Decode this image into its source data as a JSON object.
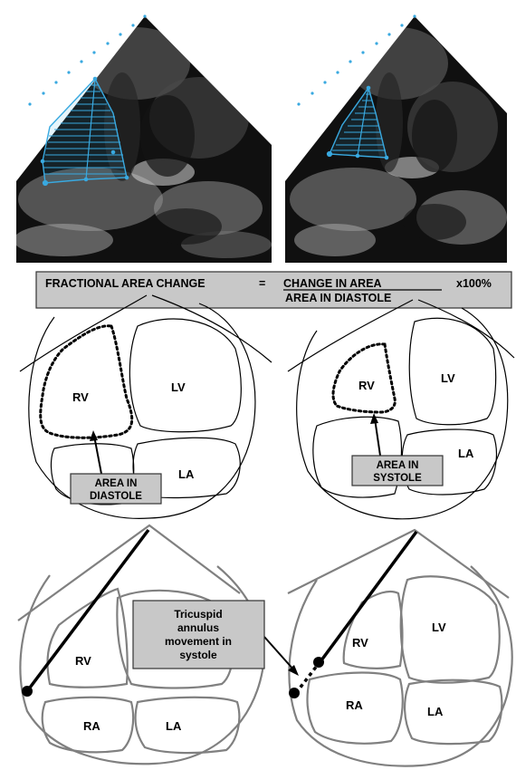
{
  "formula": {
    "lhs": "FRACTIONAL AREA CHANGE",
    "equals": "=",
    "numerator": "CHANGE IN AREA",
    "denominator": "AREA IN DIASTOLE",
    "multiplier": "x100%"
  },
  "chamber_labels": {
    "rv": "RV",
    "lv": "LV",
    "la": "LA",
    "ra": "RA"
  },
  "callouts": {
    "diastole_line1": "AREA IN",
    "diastole_line2": "DIASTOLE",
    "systole_line1": "AREA IN",
    "systole_line2": "SYSTOLE",
    "tricuspid_line1": "Tricuspid",
    "tricuspid_line2": "annulus",
    "tricuspid_line3": "movement in",
    "tricuspid_line4": "systole"
  },
  "colors": {
    "trace": "#39a9e0",
    "callout_fill": "#c8c8c8",
    "formula_fill": "#c8c8c8",
    "chamber_outline": "#808080"
  }
}
